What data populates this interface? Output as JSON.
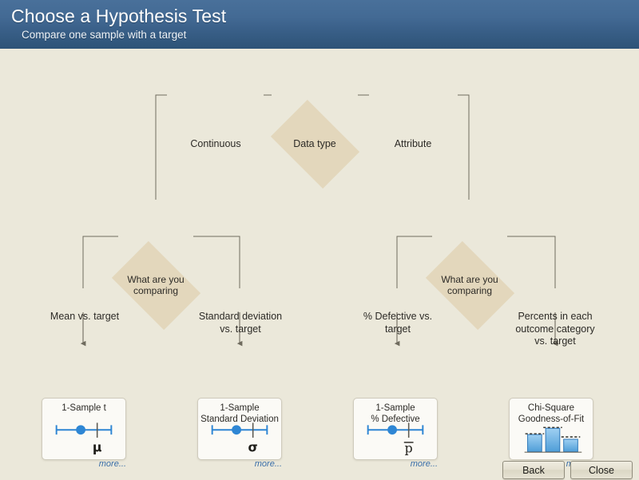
{
  "header": {
    "title": "Choose a Hypothesis Test",
    "subtitle": "Compare one sample with a target",
    "gradient_top": "#49709a",
    "gradient_bottom": "#2d5377"
  },
  "theme": {
    "background": "#ebe8da",
    "diamond_fill": "#e3d7bc",
    "card_fill": "#fbfaf6",
    "card_border": "#cfcbbd",
    "connector": "#6f6b5e",
    "accent_blue": "#2e86d4",
    "link_blue": "#3a6ea8",
    "text": "#2c2a26"
  },
  "flowchart": {
    "root": {
      "label": "Data type"
    },
    "edges": {
      "continuous": "Continuous",
      "attribute": "Attribute"
    },
    "decisions": {
      "left": "What\nare you\ncomparing",
      "right": "What\nare you\ncomparing"
    },
    "branches": {
      "mean": "Mean vs. target",
      "stdev": "Standard deviation\nvs. target",
      "pct_defective": "% Defective vs.\ntarget",
      "percents": "Percents in each\noutcome category\nvs. target"
    }
  },
  "cards": [
    {
      "title": "1-Sample t",
      "icon": "interval-plot-icon",
      "symbol": "μ",
      "more_label": "more..."
    },
    {
      "title": "1-Sample\nStandard Deviation",
      "icon": "interval-plot-icon",
      "symbol": "σ",
      "more_label": "more..."
    },
    {
      "title": "1-Sample\n% Defective",
      "icon": "interval-plot-icon",
      "symbol": "p",
      "more_label": "more..."
    },
    {
      "title": "Chi-Square\nGoodness-of-Fit",
      "icon": "bar-chart-icon",
      "symbol": "",
      "more_label": "more...",
      "bars": [
        0.58,
        0.92,
        0.42
      ]
    }
  ],
  "footer": {
    "back_label": "Back",
    "close_label": "Close"
  }
}
